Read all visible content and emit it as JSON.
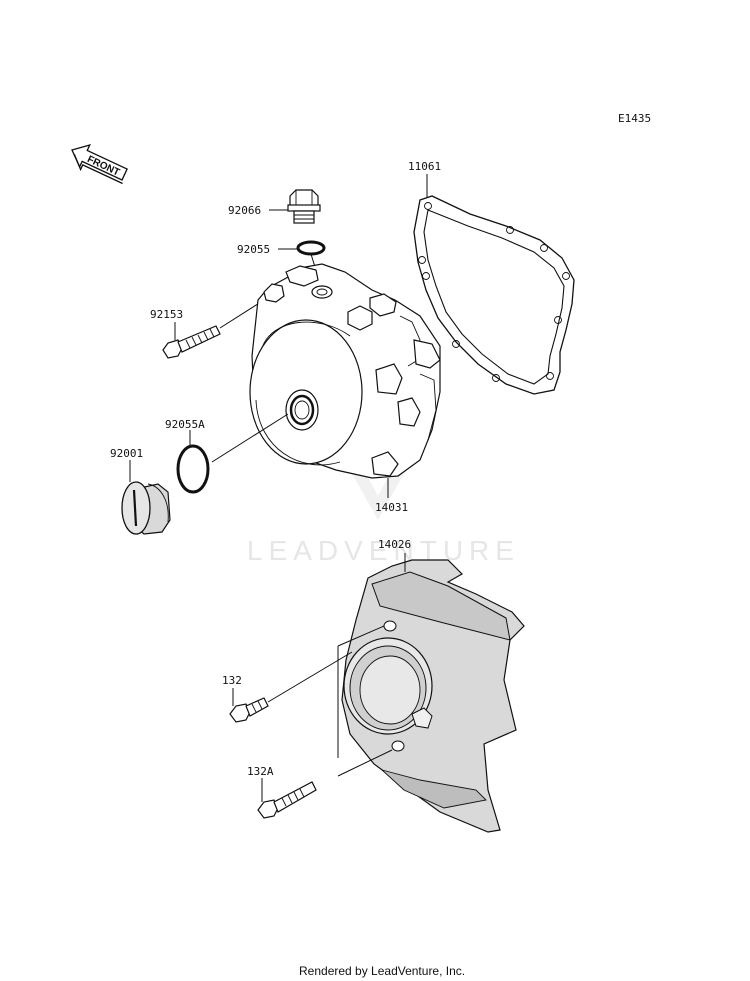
{
  "diagram_code": "E1435",
  "front_label": "FRONT",
  "watermark": "LEADVENTURE",
  "footer": "Rendered by LeadVenture, Inc.",
  "parts": {
    "p92066": "92066",
    "p92055": "92055",
    "p92153": "92153",
    "p92055a": "92055A",
    "p92001": "92001",
    "p14031": "14031",
    "p11061": "11061",
    "p14026": "14026",
    "p132": "132",
    "p132a": "132A"
  }
}
